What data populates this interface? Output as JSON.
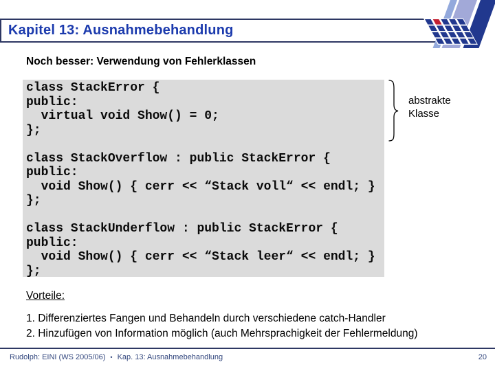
{
  "header": {
    "title": "Kapitel 13: Ausnahmebehandlung"
  },
  "subtitle": "Noch besser: Verwendung von Fehlerklassen",
  "code_block": {
    "text": "class StackError {\npublic:\n  virtual void Show() = 0;\n};\n\nclass StackOverflow : public StackError {\npublic:\n  void Show() { cerr << “Stack voll“ << endl; }\n};\n\nclass StackUnderflow : public StackError {\npublic:\n  void Show() { cerr << “Stack leer“ << endl; }\n};"
  },
  "annotation": {
    "lines": [
      "abstrakte",
      "Klasse"
    ]
  },
  "advantages": {
    "heading": "Vorteile:",
    "items": [
      "1. Differenziertes Fangen und Behandeln durch verschiedene catch-Handler",
      "2. Hinzufügen von Information möglich (auch Mehrsprachigkeit der Fehlermeldung)"
    ]
  },
  "footer": {
    "left": "Rudolph: EINI (WS 2005/06)",
    "separator": "•",
    "middle": "Kap. 13: Ausnahmebehandlung",
    "page_number": "20"
  },
  "colors": {
    "title_blue": "#1b3aad",
    "rule_navy": "#2d3763",
    "code_bg": "#dbdbdb",
    "code_text": "#0a0a0a",
    "text_black": "#000000",
    "footer_blue": "#33477e",
    "logo_dark": "#21388e",
    "logo_red": "#c32031",
    "logo_periwinkle": "#a2a9d8",
    "logo_lightblue": "#93a9dc"
  }
}
